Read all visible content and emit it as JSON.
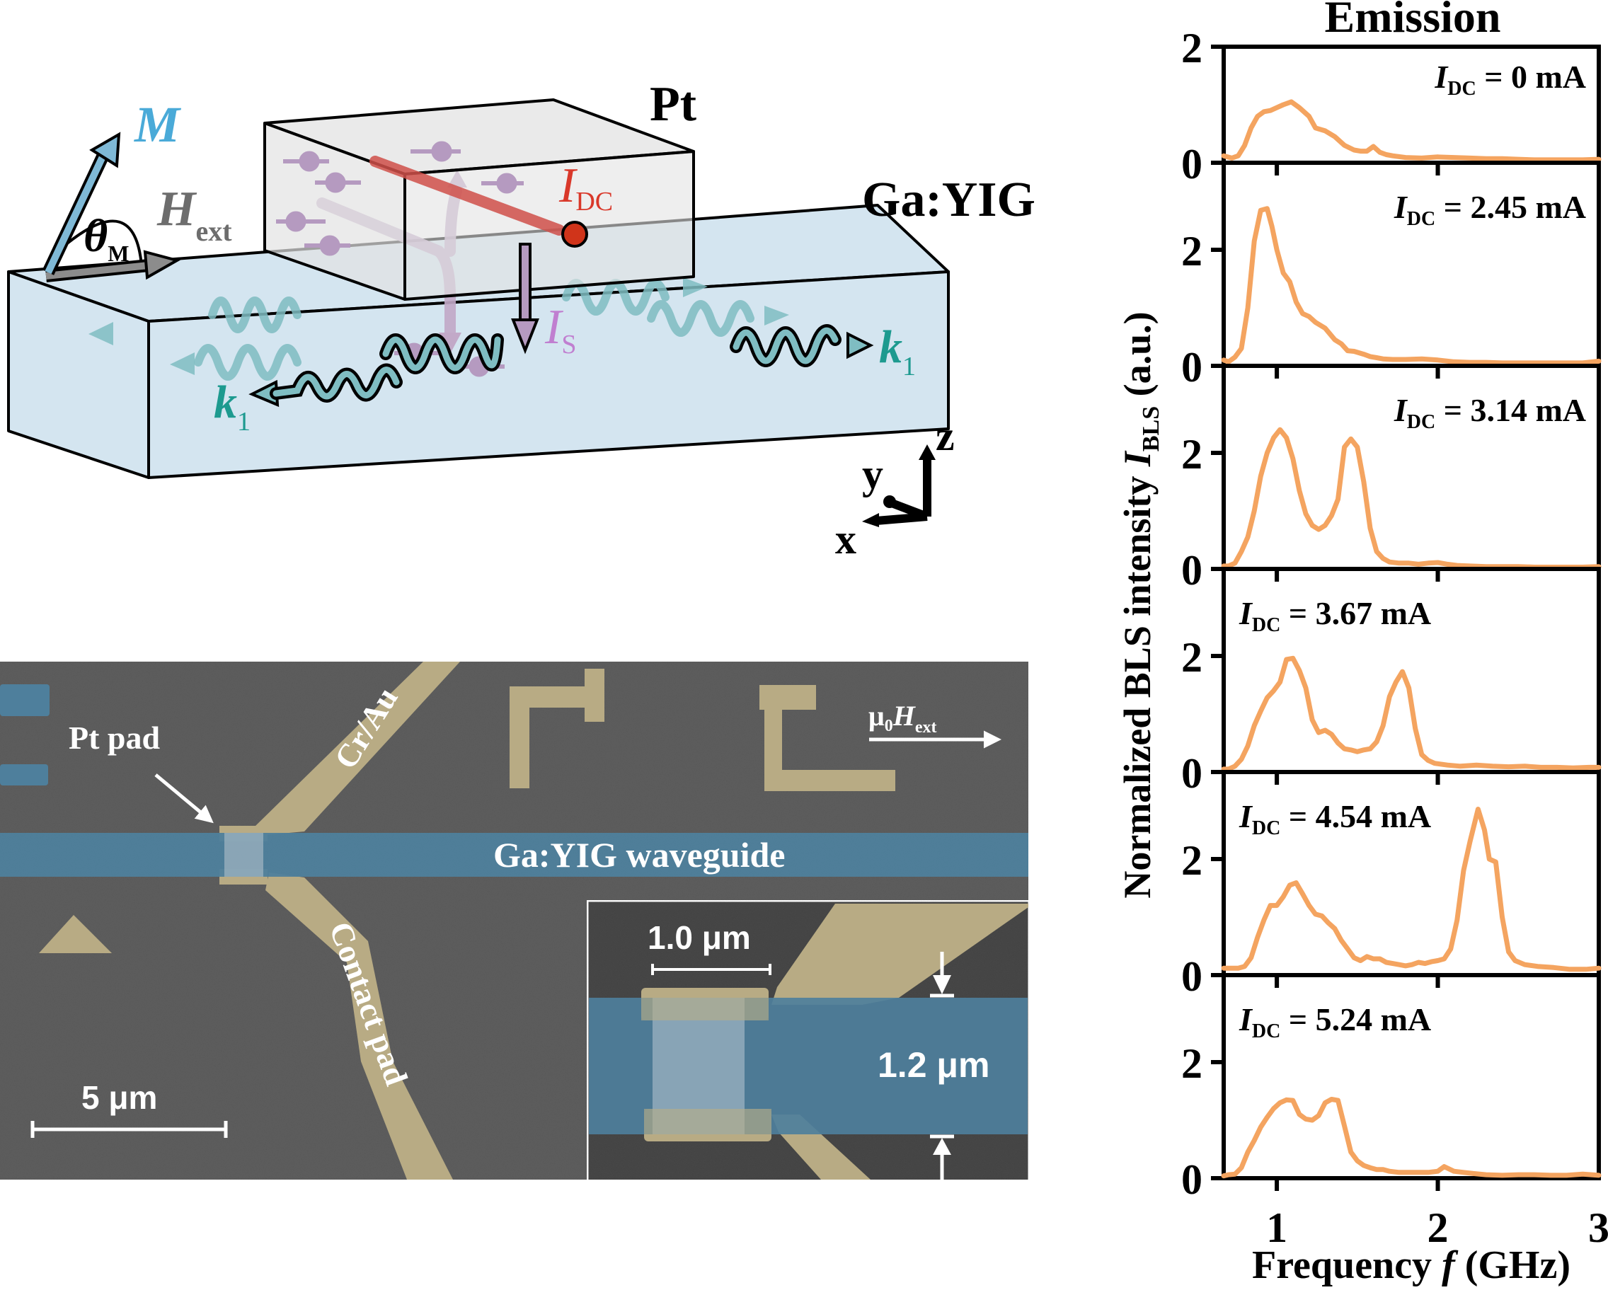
{
  "schematic": {
    "labels": {
      "pt": "Pt",
      "gayig": "Ga:YIG",
      "m": "M",
      "theta": "θ",
      "theta_sub": "M",
      "hext": "H",
      "hext_sub": "ext",
      "idc": "I",
      "idc_sub": "DC",
      "is": "I",
      "is_sub": "S",
      "k1_left": "k",
      "k1_left_sub": "1",
      "k1_right": "k",
      "k1_right_sub": "1",
      "axis_x": "x",
      "axis_y": "y",
      "axis_z": "z"
    },
    "colors": {
      "yig_fill": "#d4e5f0",
      "pt_fill": "#e3e3e3",
      "m_arrow": "#7fb9d6",
      "m_label": "#4aaad8",
      "hext": "#707070",
      "idc": "#d9382a",
      "spin_current": "#b59ac0",
      "is_label": "#c07fd0",
      "wave": "#7fbdc2",
      "k_label": "#1d9a8f"
    }
  },
  "sem": {
    "labels": {
      "pt_pad": "Pt pad",
      "cr_au": "Cr/Au",
      "field": "μ",
      "field_sub0": "0",
      "field_h": "H",
      "field_sub": "ext",
      "waveguide": "Ga:YIG waveguide",
      "contact_pad": "Contact pad",
      "scale_main": "5 μm",
      "scale_inset_width": "1.0 μm",
      "scale_inset_height": "1.2 μm"
    },
    "colors": {
      "substrate": "#5f5f5f",
      "waveguide": "#4e7f9c",
      "gold": "#b8ab84",
      "pt_overlay": "#9db3c0"
    }
  },
  "chart_data": {
    "type": "line",
    "title": "Emission",
    "xlabel": "Frequency f (GHz)",
    "xlabel_parts": {
      "pre": "Frequency ",
      "ital": "f",
      "post": " (GHz)"
    },
    "ylabel": "Normalized BLS intensity I_BLS (a.u.)",
    "ylabel_parts": {
      "pre": "Normalized BLS intensity ",
      "ital": "I",
      "sub": "BLS",
      "post": " (a.u.)"
    },
    "xlim": [
      0.67,
      3.0
    ],
    "xticks": [
      1,
      2,
      3
    ],
    "xtick_labels": [
      "1",
      "2",
      "3"
    ],
    "yticks": [
      0,
      2
    ],
    "ytick_labels": [
      "0",
      "2"
    ],
    "line_color": "#f4a460",
    "grid": false,
    "panels": [
      {
        "label_prefix": "I",
        "label_sub": "DC",
        "label_value": " = 0 mA",
        "label_position": "top-right",
        "ylim": [
          0,
          2
        ],
        "x": [
          0.67,
          0.72,
          0.76,
          0.8,
          0.84,
          0.88,
          0.92,
          0.96,
          1.0,
          1.04,
          1.09,
          1.14,
          1.2,
          1.24,
          1.3,
          1.36,
          1.42,
          1.48,
          1.52,
          1.56,
          1.6,
          1.64,
          1.68,
          1.72,
          1.8,
          1.9,
          2.0,
          2.1,
          2.2,
          2.3,
          2.4,
          2.5,
          2.6,
          2.7,
          2.8,
          2.9,
          3.0
        ],
        "y": [
          0.12,
          0.08,
          0.12,
          0.3,
          0.6,
          0.8,
          0.88,
          0.9,
          0.95,
          1.0,
          1.05,
          0.95,
          0.8,
          0.6,
          0.55,
          0.45,
          0.3,
          0.22,
          0.2,
          0.2,
          0.28,
          0.18,
          0.14,
          0.12,
          0.09,
          0.08,
          0.1,
          0.09,
          0.08,
          0.07,
          0.07,
          0.06,
          0.05,
          0.05,
          0.05,
          0.05,
          0.06
        ]
      },
      {
        "label_prefix": "I",
        "label_sub": "DC",
        "label_value": " = 2.45 mA",
        "label_position": "top-right",
        "ylim": [
          0,
          3.5
        ],
        "x": [
          0.67,
          0.7,
          0.74,
          0.78,
          0.82,
          0.86,
          0.9,
          0.94,
          0.97,
          1.0,
          1.04,
          1.08,
          1.12,
          1.16,
          1.2,
          1.24,
          1.3,
          1.36,
          1.4,
          1.44,
          1.48,
          1.54,
          1.58,
          1.62,
          1.66,
          1.72,
          1.8,
          1.9,
          2.0,
          2.1,
          2.2,
          2.3,
          2.4,
          2.5,
          2.6,
          2.7,
          2.8,
          2.9,
          3.0
        ],
        "y": [
          0.1,
          0.07,
          0.15,
          0.3,
          1.0,
          2.15,
          2.68,
          2.71,
          2.4,
          2.0,
          1.6,
          1.45,
          1.1,
          0.9,
          0.85,
          0.75,
          0.65,
          0.45,
          0.38,
          0.26,
          0.25,
          0.2,
          0.16,
          0.14,
          0.12,
          0.11,
          0.11,
          0.12,
          0.1,
          0.07,
          0.06,
          0.06,
          0.05,
          0.05,
          0.05,
          0.05,
          0.05,
          0.05,
          0.08
        ]
      },
      {
        "label_prefix": "I",
        "label_sub": "DC",
        "label_value": " = 3.14 mA",
        "label_position": "top-right",
        "ylim": [
          0,
          3.5
        ],
        "x": [
          0.67,
          0.7,
          0.74,
          0.78,
          0.82,
          0.86,
          0.9,
          0.94,
          0.98,
          1.02,
          1.06,
          1.1,
          1.14,
          1.18,
          1.22,
          1.26,
          1.3,
          1.34,
          1.38,
          1.42,
          1.46,
          1.5,
          1.54,
          1.58,
          1.62,
          1.66,
          1.7,
          1.76,
          1.82,
          1.88,
          1.94,
          2.0,
          2.06,
          2.12,
          2.2,
          2.3,
          2.4,
          2.5,
          2.6,
          2.7,
          2.8,
          2.9,
          3.0
        ],
        "y": [
          0.05,
          0.05,
          0.1,
          0.3,
          0.55,
          1.0,
          1.6,
          2.0,
          2.26,
          2.4,
          2.26,
          1.9,
          1.35,
          0.95,
          0.75,
          0.68,
          0.75,
          0.92,
          1.2,
          2.1,
          2.24,
          2.1,
          1.5,
          0.7,
          0.3,
          0.18,
          0.12,
          0.1,
          0.1,
          0.08,
          0.1,
          0.11,
          0.08,
          0.06,
          0.05,
          0.04,
          0.04,
          0.04,
          0.03,
          0.03,
          0.03,
          0.03,
          0.04
        ]
      },
      {
        "label_prefix": "I",
        "label_sub": "DC",
        "label_value": " = 3.67 mA",
        "label_position": "top-left",
        "ylim": [
          0,
          3.5
        ],
        "x": [
          0.67,
          0.7,
          0.74,
          0.78,
          0.82,
          0.86,
          0.9,
          0.94,
          0.98,
          1.02,
          1.06,
          1.1,
          1.14,
          1.18,
          1.22,
          1.26,
          1.3,
          1.34,
          1.38,
          1.42,
          1.46,
          1.5,
          1.54,
          1.58,
          1.62,
          1.66,
          1.7,
          1.74,
          1.78,
          1.82,
          1.86,
          1.9,
          1.94,
          1.98,
          2.06,
          2.14,
          2.24,
          2.34,
          2.44,
          2.54,
          2.64,
          2.74,
          2.84,
          2.94,
          3.0
        ],
        "y": [
          0.05,
          0.05,
          0.1,
          0.22,
          0.45,
          0.8,
          1.05,
          1.28,
          1.4,
          1.55,
          1.94,
          1.96,
          1.75,
          1.45,
          0.9,
          0.68,
          0.72,
          0.65,
          0.5,
          0.4,
          0.38,
          0.35,
          0.38,
          0.4,
          0.52,
          0.8,
          1.3,
          1.55,
          1.73,
          1.45,
          0.75,
          0.3,
          0.2,
          0.15,
          0.12,
          0.1,
          0.12,
          0.1,
          0.09,
          0.1,
          0.08,
          0.08,
          0.07,
          0.08,
          0.08
        ]
      },
      {
        "label_prefix": "I",
        "label_sub": "DC",
        "label_value": " = 4.54 mA",
        "label_position": "top-left",
        "ylim": [
          0,
          3.5
        ],
        "x": [
          0.67,
          0.72,
          0.76,
          0.8,
          0.84,
          0.88,
          0.92,
          0.96,
          1.0,
          1.04,
          1.08,
          1.12,
          1.16,
          1.2,
          1.24,
          1.28,
          1.32,
          1.36,
          1.4,
          1.44,
          1.48,
          1.52,
          1.56,
          1.6,
          1.64,
          1.68,
          1.72,
          1.76,
          1.8,
          1.84,
          1.88,
          1.92,
          1.96,
          2.0,
          2.04,
          2.08,
          2.12,
          2.16,
          2.2,
          2.25,
          2.29,
          2.32,
          2.36,
          2.4,
          2.44,
          2.48,
          2.54,
          2.62,
          2.72,
          2.82,
          2.92,
          3.0
        ],
        "y": [
          0.12,
          0.12,
          0.12,
          0.15,
          0.3,
          0.65,
          0.95,
          1.2,
          1.2,
          1.35,
          1.55,
          1.59,
          1.4,
          1.2,
          1.05,
          1.02,
          0.9,
          0.8,
          0.6,
          0.45,
          0.3,
          0.25,
          0.32,
          0.28,
          0.28,
          0.22,
          0.2,
          0.18,
          0.16,
          0.18,
          0.22,
          0.2,
          0.23,
          0.25,
          0.28,
          0.45,
          0.95,
          1.8,
          2.3,
          2.86,
          2.5,
          2.0,
          1.95,
          1.0,
          0.4,
          0.25,
          0.18,
          0.15,
          0.13,
          0.1,
          0.1,
          0.12
        ]
      },
      {
        "label_prefix": "I",
        "label_sub": "DC",
        "label_value": " = 5.24 mA",
        "label_position": "top-left",
        "ylim": [
          0,
          3.5
        ],
        "x": [
          0.67,
          0.7,
          0.74,
          0.78,
          0.82,
          0.86,
          0.9,
          0.94,
          0.98,
          1.02,
          1.06,
          1.1,
          1.14,
          1.18,
          1.22,
          1.26,
          1.3,
          1.34,
          1.38,
          1.42,
          1.46,
          1.5,
          1.54,
          1.58,
          1.62,
          1.66,
          1.7,
          1.76,
          1.82,
          1.88,
          1.94,
          2.0,
          2.04,
          2.1,
          2.16,
          2.22,
          2.3,
          2.4,
          2.5,
          2.6,
          2.7,
          2.8,
          2.9,
          3.0
        ],
        "y": [
          0.04,
          0.06,
          0.07,
          0.18,
          0.45,
          0.65,
          0.88,
          1.05,
          1.2,
          1.3,
          1.35,
          1.34,
          1.1,
          1.02,
          1.0,
          1.08,
          1.3,
          1.36,
          1.34,
          0.9,
          0.45,
          0.3,
          0.22,
          0.18,
          0.15,
          0.15,
          0.12,
          0.1,
          0.1,
          0.1,
          0.1,
          0.12,
          0.2,
          0.12,
          0.1,
          0.08,
          0.06,
          0.05,
          0.06,
          0.06,
          0.05,
          0.05,
          0.07,
          0.05
        ]
      }
    ]
  }
}
